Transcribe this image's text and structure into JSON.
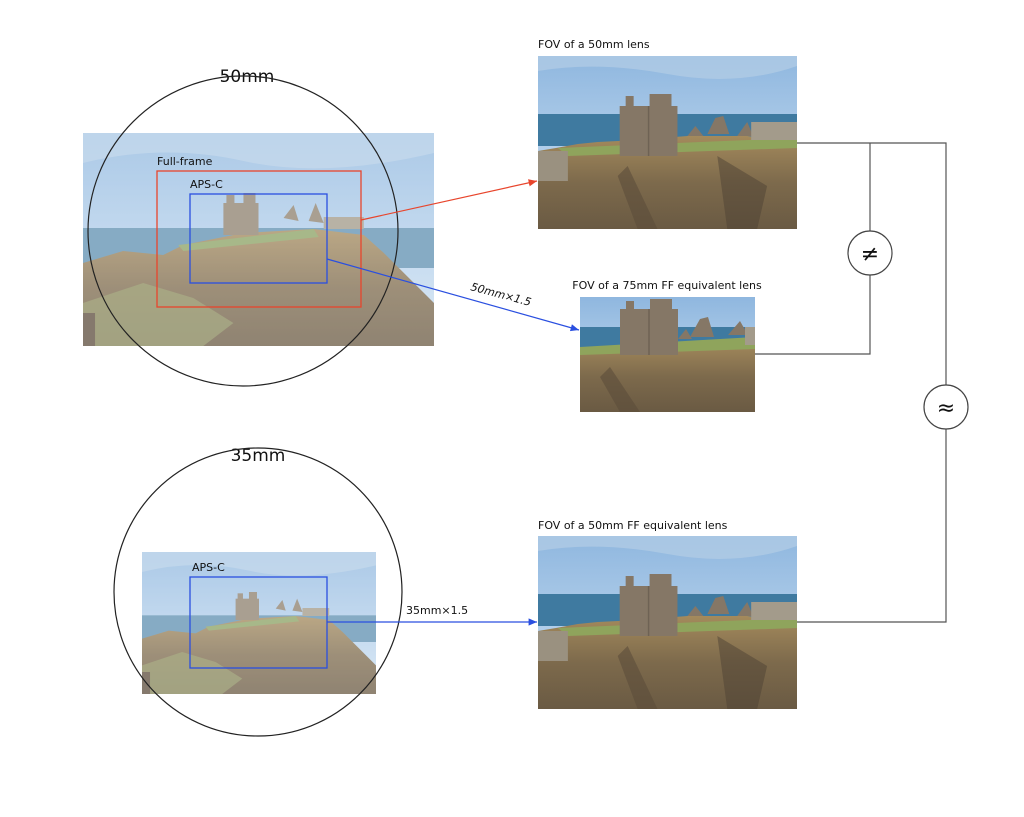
{
  "diagram": {
    "sensor_50mm": {
      "title": "50mm",
      "fullframe_label": "Full-frame",
      "apsc_label": "APS-C"
    },
    "sensor_35mm": {
      "title": "35mm",
      "apsc_label": "APS-C"
    },
    "outputs": [
      {
        "caption": "FOV of a 50mm lens"
      },
      {
        "caption": "FOV of a 75mm FF equivalent lens"
      },
      {
        "caption": "FOV of a 50mm FF equivalent lens"
      }
    ],
    "arrows": {
      "crop_50": "50mm×1.5",
      "crop_35": "35mm×1.5"
    },
    "comparisons": {
      "not_equal": "≠",
      "approx_equal": "≈"
    },
    "colors": {
      "fullframe": "#e8452c",
      "apsc": "#2a4fe0",
      "connector": "#555555"
    }
  }
}
